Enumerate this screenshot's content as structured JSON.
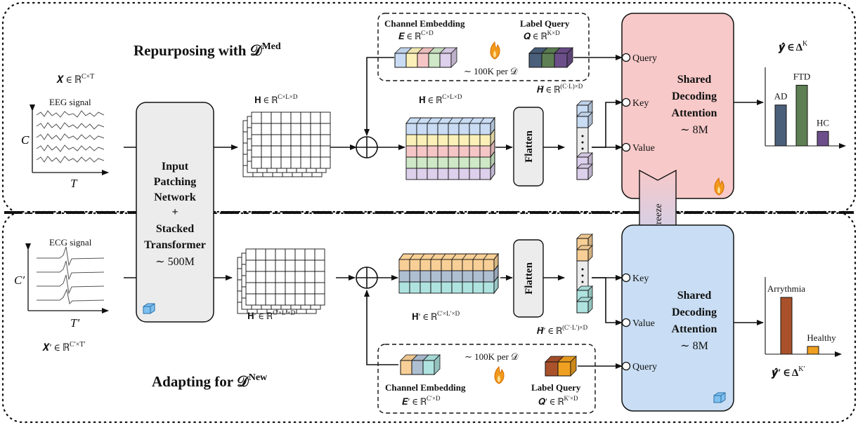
{
  "colors": {
    "blue": "#c9dcf4",
    "yellow": "#fbf0b8",
    "red": "#f6c6c6",
    "green": "#cfe8c7",
    "purple": "#ddd0ec",
    "orange": "#f8cf96",
    "grayblue": "#aebfd2",
    "teal": "#aee3e0",
    "attn_top_fill": "#f8c9c9",
    "attn_bottom_fill": "#c9def4",
    "bar_ad": "#4a5f7a",
    "bar_ftd": "#5e7f53",
    "bar_hc": "#6c4f8a",
    "bar_arr": "#a9512b",
    "bar_healthy": "#f0a020",
    "fire": "#f29a1b",
    "ice": "#6fb4e8"
  },
  "sections": {
    "top_title": "Repurposing with 𝒟",
    "top_title_sup": "Med",
    "bottom_title": "Adapting for 𝒟",
    "bottom_title_sup": "New"
  },
  "top": {
    "signal_title": "EEG signal",
    "signal_math": "𝑿 ∈ ℝ",
    "signal_math_sup": "C×T",
    "y_label": "C",
    "x_label": "T",
    "h_math": "𝐇 ∈ ℝ",
    "h_math_sup": "C×L×D",
    "htilde_math": "𝐇̃ ∈ ℝ",
    "htilde_math_sup": "C×L×D",
    "hflat_math": "𝑯̃ ∈ ℝ",
    "hflat_math_sup": "(C·L)×D",
    "flatten_label": "Flatten",
    "emb_title": "Channel Embedding",
    "emb_math": "𝑬 ∈ ℝ",
    "emb_math_sup": "C×D",
    "query_title": "Label Query",
    "query_math": "𝑸 ∈ ℝ",
    "query_math_sup": "K×D",
    "params_note": "∼ 100K per 𝒟",
    "attn_title_1": "Shared",
    "attn_title_2": "Decoding",
    "attn_title_3": "Attention",
    "attn_params": "∼ 8M",
    "port_query": "Query",
    "port_key": "Key",
    "port_value": "Value",
    "out_math": "𝒚̂ ∈ Δ",
    "out_math_sup": "K"
  },
  "bottom": {
    "signal_title": "ECG signal",
    "signal_math": "𝑿′ ∈ ℝ",
    "signal_math_sup": "C′×T′",
    "y_label": "C′",
    "x_label": "T′",
    "h_math": "𝐇′ ∈ ℝ",
    "h_math_sup": "C′×L′×D",
    "htilde_math": "𝐇̃′ ∈ ℝ",
    "htilde_math_sup": "C′×L′×D",
    "hflat_math": "𝑯̃′ ∈ ℝ",
    "hflat_math_sup": "(C′·L′)×D",
    "flatten_label": "Flatten",
    "emb_title": "Channel Embedding",
    "emb_math": "𝑬′ ∈ ℝ",
    "emb_math_sup": "C′×D",
    "query_title": "Label Query",
    "query_math": "𝑸′ ∈ ℝ",
    "query_math_sup": "K′×D",
    "params_note": "∼ 100K per 𝒟",
    "attn_title_1": "Shared",
    "attn_title_2": "Decoding",
    "attn_title_3": "Attention",
    "attn_params": "∼ 8M",
    "port_query": "Query",
    "port_key": "Key",
    "port_value": "Value",
    "out_math": "𝒚̂′ ∈ Δ",
    "out_math_sup": "K′"
  },
  "backbone": {
    "line1": "Input",
    "line2": "Patching",
    "line3": "Network",
    "line4": "+",
    "line5": "Stacked",
    "line6": "Transformer",
    "params": "∼ 500M"
  },
  "freeze_label": "Freeze",
  "chart_data": [
    {
      "type": "bar",
      "categories": [
        "AD",
        "FTD",
        "HC"
      ],
      "values": [
        0.62,
        0.92,
        0.22
      ],
      "title": "",
      "xlabel": "",
      "ylabel": "",
      "ylim": [
        0,
        1
      ]
    },
    {
      "type": "bar",
      "categories": [
        "Arrythmia",
        "Healthy"
      ],
      "values": [
        0.88,
        0.12
      ],
      "title": "",
      "xlabel": "",
      "ylabel": "",
      "ylim": [
        0,
        1
      ]
    }
  ]
}
